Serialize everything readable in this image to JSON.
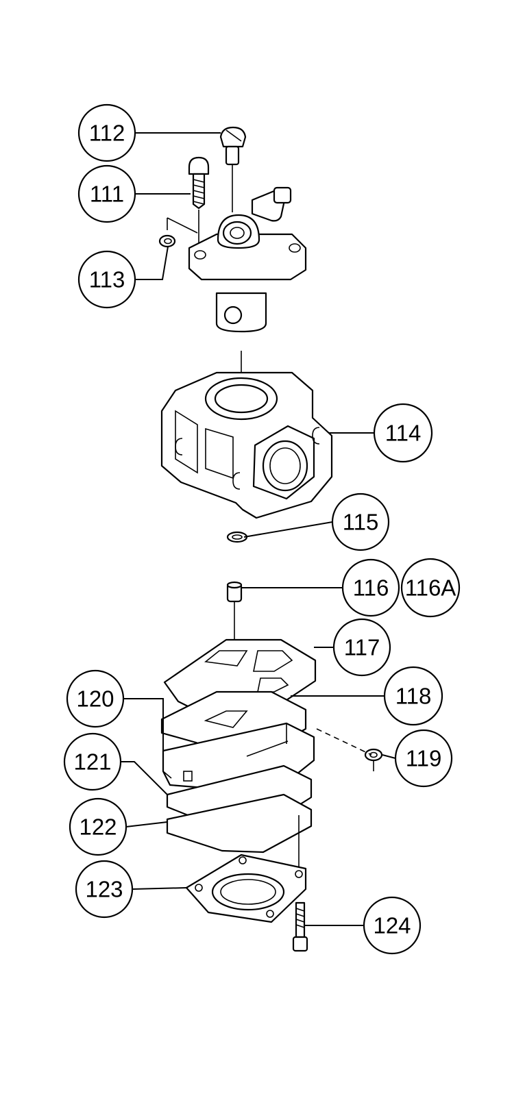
{
  "callouts": [
    {
      "id": "112",
      "label": "112"
    },
    {
      "id": "111",
      "label": "111"
    },
    {
      "id": "113",
      "label": "113"
    },
    {
      "id": "114",
      "label": "114"
    },
    {
      "id": "115",
      "label": "115"
    },
    {
      "id": "116",
      "label": "116"
    },
    {
      "id": "116A",
      "label": "116A"
    },
    {
      "id": "117",
      "label": "117"
    },
    {
      "id": "118",
      "label": "118"
    },
    {
      "id": "120",
      "label": "120"
    },
    {
      "id": "119",
      "label": "119"
    },
    {
      "id": "121",
      "label": "121"
    },
    {
      "id": "122",
      "label": "122"
    },
    {
      "id": "123",
      "label": "123"
    },
    {
      "id": "124",
      "label": "124"
    }
  ],
  "colors": {
    "line": "#000000",
    "background": "#ffffff"
  }
}
